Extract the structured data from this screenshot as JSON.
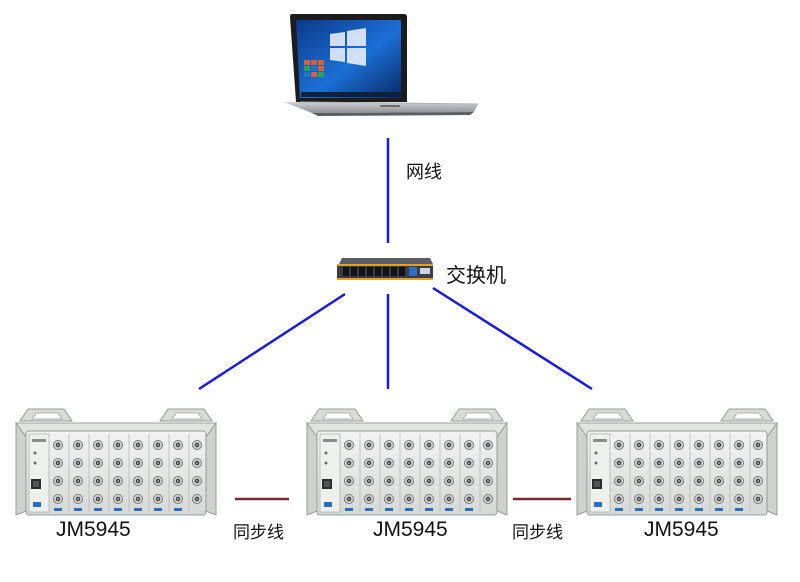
{
  "labels": {
    "network_cable": "网线",
    "switch": "交换机",
    "sync_cable_1": "同步线",
    "sync_cable_2": "同步线",
    "device_1": "JM5945",
    "device_2": "JM5945",
    "device_3": "JM5945"
  },
  "colors": {
    "link_line": "#1a1adf",
    "sync_line": "#7a2a2a",
    "switch_body": "#3a3d44",
    "switch_accent": "#e8a020",
    "device_body": "#e6e7e6"
  }
}
